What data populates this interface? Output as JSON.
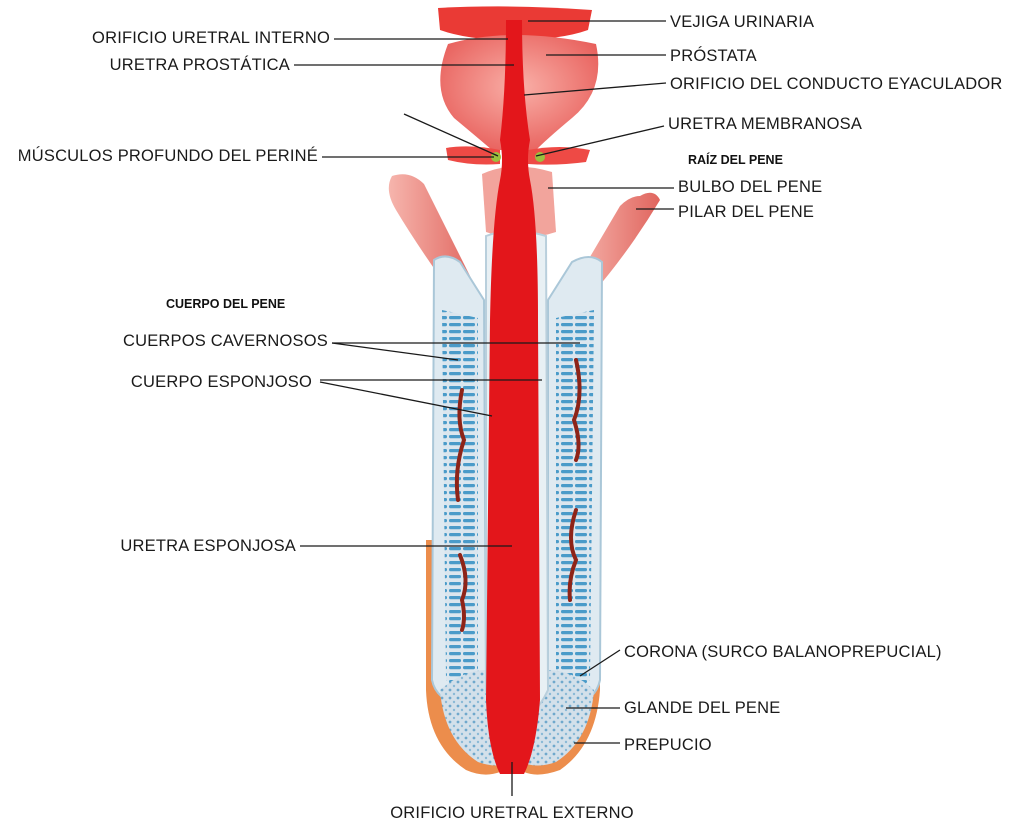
{
  "headings": {
    "root": "RAÍZ DEL PENE",
    "body": "CUERPO DEL PENE"
  },
  "labels": {
    "vejiga": "VEJIGA URINARIA",
    "orificio_interno": "ORIFICIO URETRAL INTERNO",
    "prostata": "PRÓSTATA",
    "uretra_prostatica": "URETRA PROSTÁTICA",
    "conducto_eyaculador": "ORIFICIO DEL CONDUCTO EYACULADOR",
    "uretra_membranosa": "URETRA MEMBRANOSA",
    "musculos_perine": "MÚSCULOS PROFUNDO DEL PERINÉ",
    "bulbo": "BULBO DEL PENE",
    "pilar": "PILAR DEL PENE",
    "cavernosos": "CUERPOS CAVERNOSOS",
    "esponjoso": "CUERPO ESPONJOSO",
    "uretra_esponjosa": "URETRA ESPONJOSA",
    "corona": "CORONA (SURCO BALANOPREPUCIAL)",
    "glande": "GLANDE DEL PENE",
    "prepucio": "PREPUCIO",
    "orificio_externo": "ORIFICIO URETRAL EXTERNO"
  },
  "colors": {
    "urethra_red": "#e3161b",
    "prostate_pink": "#f07a78",
    "crus_pink": "#ec8a86",
    "cavernosum_blue": "#4a9bc9",
    "cavernosum_bg": "#dde8ef",
    "artery": "#8e2418",
    "skin_orange": "#e98a45",
    "muscle_green": "#9bbf3e"
  }
}
